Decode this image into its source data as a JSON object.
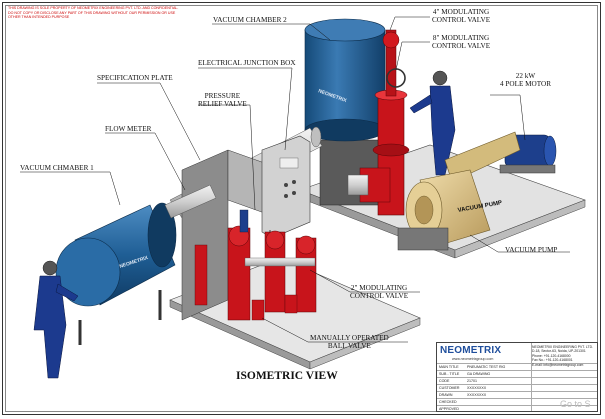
{
  "note": {
    "text": "This drawing is sole property of Neometrix Engineering Pvt. Ltd. and confidential. Do not copy or disclose any part of this drawing without our permission or use other than intended purpose"
  },
  "labels": {
    "vacuum_chamber_2": "VACUUM CHAMBER 2",
    "modulating_4": [
      "4\" MODULATING",
      "CONTROL VALVE"
    ],
    "modulating_8": [
      "8\" MODULATING",
      "CONTROL VALVE"
    ],
    "motor": [
      "22 kW",
      "4 POLE MOTOR"
    ],
    "electrical_box": "ELECTRICAL JUNCTION BOX",
    "spec_plate": "SPECIFICATION PLATE",
    "pressure_relief": [
      "PRESSURE",
      "RELIEF VALVE"
    ],
    "flow_meter": "FLOW METER",
    "vacuum_chamber_1": "VACUUM CHMABER 1",
    "vacuum_pump": "VACUUM PUMP",
    "modulating_2": [
      "2\" MODULATING",
      "CONTROL VALVE"
    ],
    "ball_valve": [
      "MANUALLY OPERATED",
      "BALL VALVE"
    ],
    "vacuum_text_pump": "VACUUM PUMP",
    "neometrix_chamber1": "NEOMETRIX",
    "neometrix_chamber2": "NEOMETRIX",
    "isometric_view": "ISOMETRIC VIEW"
  },
  "title_block": {
    "brand": "NEOMETRIX",
    "website": "www.neometrixgroup.com",
    "address": [
      "NEOMETRIX ENGINEERING PVT. LTD.",
      "D-18, Sector-63, Noida, UP-201301",
      "Phone: +91-120-4168000",
      "Fax No.: +91-120-4168001",
      "E-mail: info@neometrixgroup.com"
    ],
    "rows": [
      {
        "key": "MAIN TITLE",
        "value": "PNEUMATIC TEST RIG"
      },
      {
        "key": "SUB - TITLE",
        "value": "GA DRAWING"
      },
      {
        "key": "CODE",
        "value": "21701"
      },
      {
        "key": "CUSTOMER",
        "value": "XXXXXXXX"
      },
      {
        "key": "DRAWN",
        "value": "XXXXXXXX"
      },
      {
        "key": "CHECKED",
        "value": ""
      },
      {
        "key": "APPROVED",
        "value": ""
      }
    ]
  },
  "watermark": "Go to S",
  "colors": {
    "tank_blue": "#1f5e95",
    "valve_red": "#c8141b",
    "pump_tan": "#d9c28a",
    "motor_blue": "#1d3f8c",
    "frame_grey": "#8c8c8c",
    "base_grey": "#6f6f6f",
    "pipe_grey": "#d8d8d8"
  }
}
